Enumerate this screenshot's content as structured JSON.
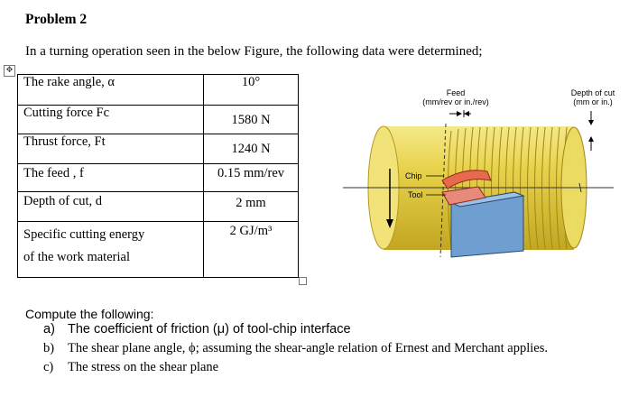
{
  "problem": {
    "title": "Problem 2",
    "intro": "In a turning operation seen in the below Figure, the following data were determined;"
  },
  "table": {
    "rows": [
      {
        "label": "The rake angle, α",
        "value": "10°"
      },
      {
        "label": "Cutting force Fc",
        "value": "1580 N"
      },
      {
        "label": "Thrust force, Ft",
        "value": "1240 N"
      },
      {
        "label": "The feed , f",
        "value": "0.15 mm/rev"
      },
      {
        "label": "Depth of cut, d",
        "value": "2 mm"
      },
      {
        "label": "Specific cutting energy",
        "label2": "of the work material",
        "value": "2 GJ/m³"
      }
    ]
  },
  "figure": {
    "feed_label": "Feed",
    "feed_units": "(mm/rev or in./rev)",
    "depth_label": "Depth of cut",
    "depth_units": "(mm or in.)",
    "chip_label": "Chip",
    "tool_label": "Tool"
  },
  "questions": {
    "intro": "Compute the following:",
    "items": [
      {
        "letter": "a)",
        "text": "The coefficient of friction (μ) of tool-chip interface"
      },
      {
        "letter": "b)",
        "text": "The shear plane angle, ϕ; assuming the shear-angle relation of Ernest and Merchant applies."
      },
      {
        "letter": "c)",
        "text": "The stress on the shear plane"
      }
    ]
  },
  "colors": {
    "workpiece": "#e8d24a",
    "tool": "#6f9fd0",
    "chip": "#e86a4c"
  }
}
